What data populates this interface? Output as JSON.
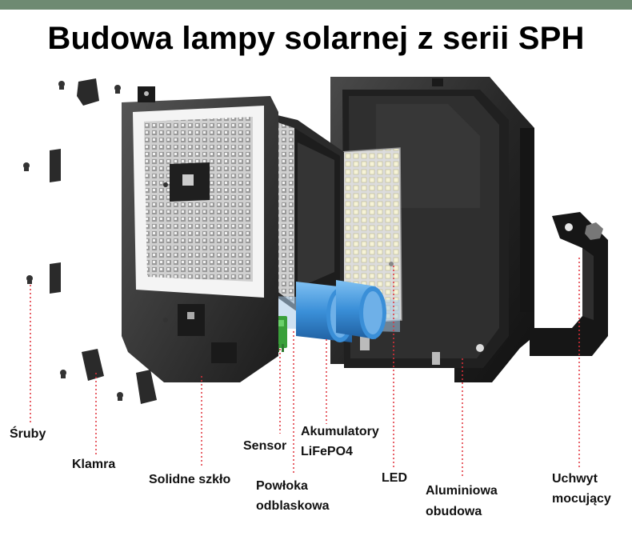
{
  "title": "Budowa lampy solarnej z serii SPH",
  "colors": {
    "header_bar": "#6e8a72",
    "leader_line": "#e0303a",
    "housing": "#2b2b2b",
    "battery": "#3a8fd8",
    "sensor": "#3aa03a",
    "led_board": "#d9d9d9"
  },
  "labels": {
    "sruby": "Śruby",
    "klamra": "Klamra",
    "szklo": "Solidne szkło",
    "sensor": "Sensor",
    "powloka_1": "Powłoka",
    "powloka_2": "odblaskowa",
    "akumulatory_1": "Akumulatory",
    "akumulatory_2": "LiFePO4",
    "led": "LED",
    "obudowa_1": "Aluminiowa",
    "obudowa_2": "obudowa",
    "uchwyt_1": "Uchwyt",
    "uchwyt_2": "mocujący"
  }
}
